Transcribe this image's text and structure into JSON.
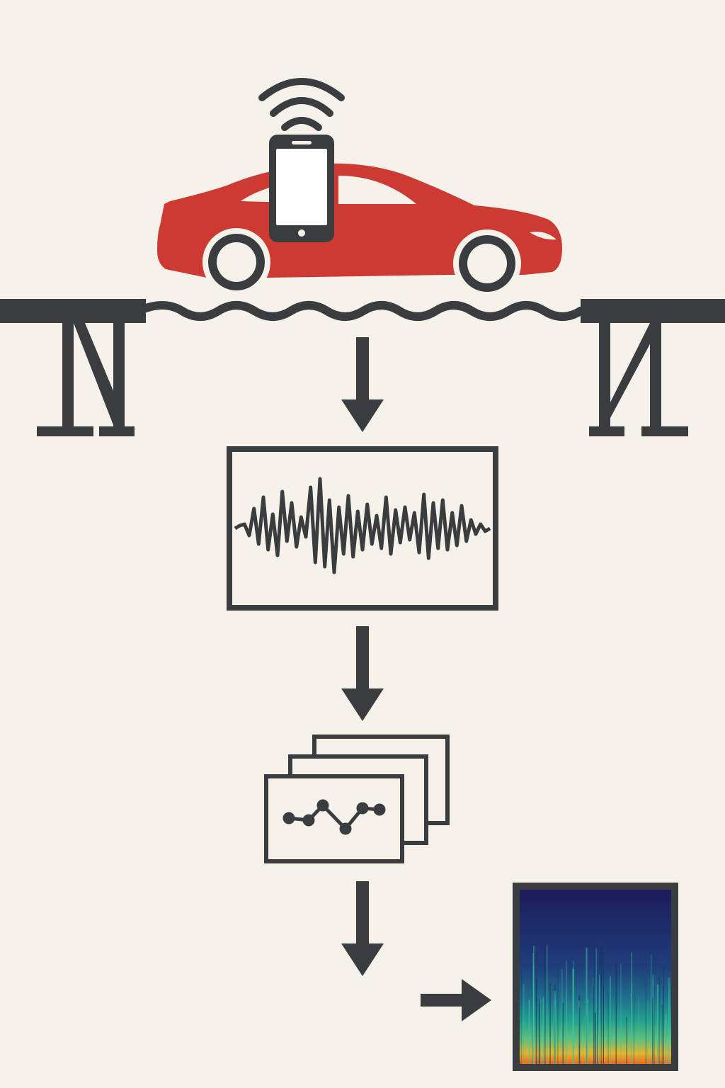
{
  "diagram": {
    "colors": {
      "background": "#f6f2ea",
      "ink": "#3a3d3f",
      "car": "#cc3a33",
      "phone_screen": "#ffffff"
    },
    "steps": [
      {
        "id": "vehicle-with-phone",
        "icon": "car-icon"
      },
      {
        "id": "phone-sensor",
        "icon": "smartphone-icon"
      },
      {
        "id": "bridge",
        "icon": "bridge-icon"
      },
      {
        "id": "vibration-signal",
        "icon": "waveform-icon"
      },
      {
        "id": "signal-frames",
        "icon": "stacked-frames-icon"
      },
      {
        "id": "spectrogram",
        "icon": "spectrogram-icon"
      }
    ],
    "spectrogram": {
      "colormap": [
        "#1e1b5a",
        "#1f3f7a",
        "#1f6e8c",
        "#22a08f",
        "#5fc07a",
        "#e5b52c",
        "#e86a1f"
      ]
    }
  }
}
